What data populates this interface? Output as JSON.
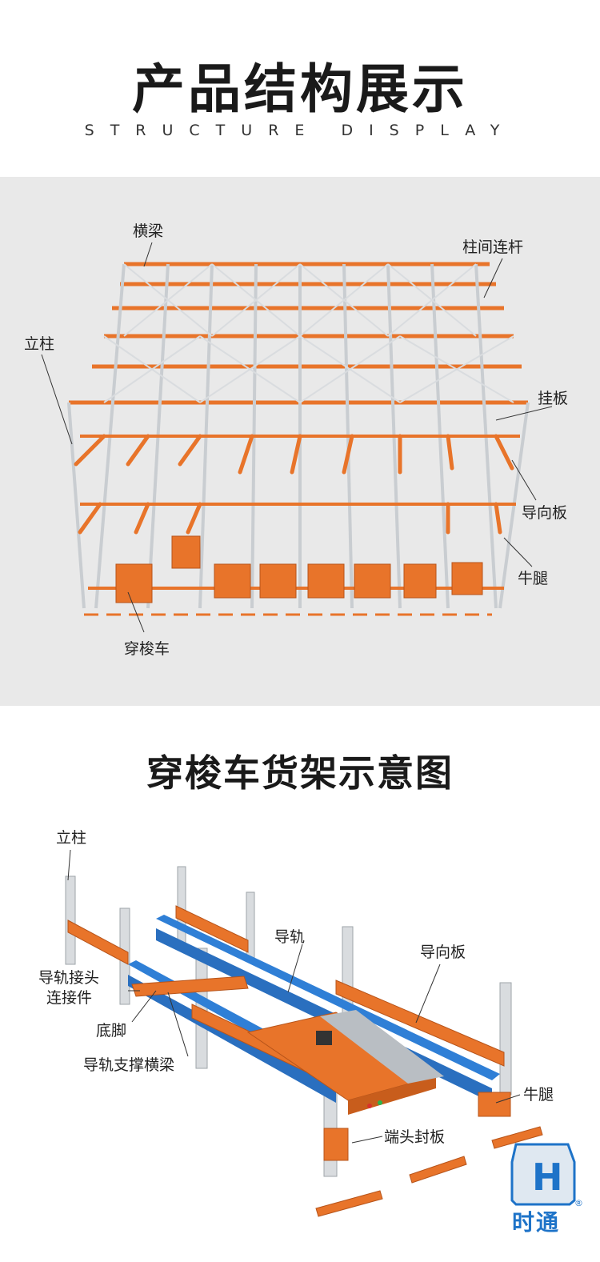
{
  "header": {
    "title": "产品结构展示",
    "subtitle": "STRUCTURE DISPLAY"
  },
  "rack_diagram": {
    "labels": {
      "beam": "横梁",
      "tie_bar": "柱间连杆",
      "upright": "立柱",
      "hanging_plate": "挂板",
      "guide_plate": "导向板",
      "bracket": "牛腿",
      "shuttle": "穿梭车"
    }
  },
  "detail_section": {
    "title": "穿梭车货架示意图",
    "labels": {
      "upright": "立柱",
      "rail": "导轨",
      "guide_plate": "导向板",
      "rail_joint_line1": "导轨接头",
      "rail_joint_line2": "连接件",
      "foot": "底脚",
      "rail_support_beam": "导轨支撑横梁",
      "bracket": "牛腿",
      "end_cover": "端头封板"
    }
  },
  "logo": {
    "text": "时通",
    "mark": "®"
  },
  "colors": {
    "orange": "#e8742a",
    "blue": "#2f7fd6",
    "steel": "#cfd3d6",
    "panel_bg": "#e9e9e9",
    "brand_blue": "#1e73c8"
  }
}
